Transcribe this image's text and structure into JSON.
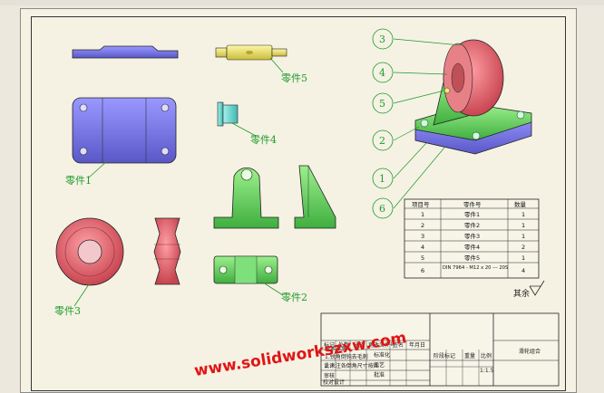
{
  "watermark": "www.solidworkszxw.com",
  "labels": {
    "part1": "零件1",
    "part2": "零件2",
    "part3": "零件3",
    "part4": "零件4",
    "part5": "零件5"
  },
  "balloons": [
    "3",
    "4",
    "5",
    "2",
    "1",
    "6"
  ],
  "bom": {
    "headers": [
      "项目号",
      "零件号",
      "数量"
    ],
    "rows": [
      [
        "1",
        "零件1",
        "1"
      ],
      [
        "2",
        "零件2",
        "1"
      ],
      [
        "3",
        "零件3",
        "1"
      ],
      [
        "4",
        "零件4",
        "2"
      ],
      [
        "5",
        "零件5",
        "1"
      ],
      [
        "6",
        "DIN 7964 - M12 x 20 --- 20S",
        "4"
      ]
    ]
  },
  "roughness": "其余",
  "title_block": {
    "name": "滑轮组合",
    "notes1": "技术要求",
    "notes2": "1.锐角倒钝去毛刺",
    "notes3": "2.未注各倒角尺寸按图",
    "col_labels": [
      "标记",
      "处数",
      "分区",
      "更改文件号",
      "签名",
      "年月日"
    ],
    "row1": [
      "设计",
      "标准化"
    ],
    "row2": [
      "审核",
      "工艺"
    ],
    "row3": [
      "校对设计",
      "批准"
    ],
    "stage": "阶段标记",
    "weight": "重量",
    "ratio": "比例",
    "scale": "1:1.5"
  },
  "colors": {
    "green": "#5fd35f",
    "blue": "#7a78e0",
    "red": "#e06a72",
    "yellow": "#f0ea7a",
    "cyan": "#6fd8d0",
    "leader": "#1e9a2b"
  }
}
